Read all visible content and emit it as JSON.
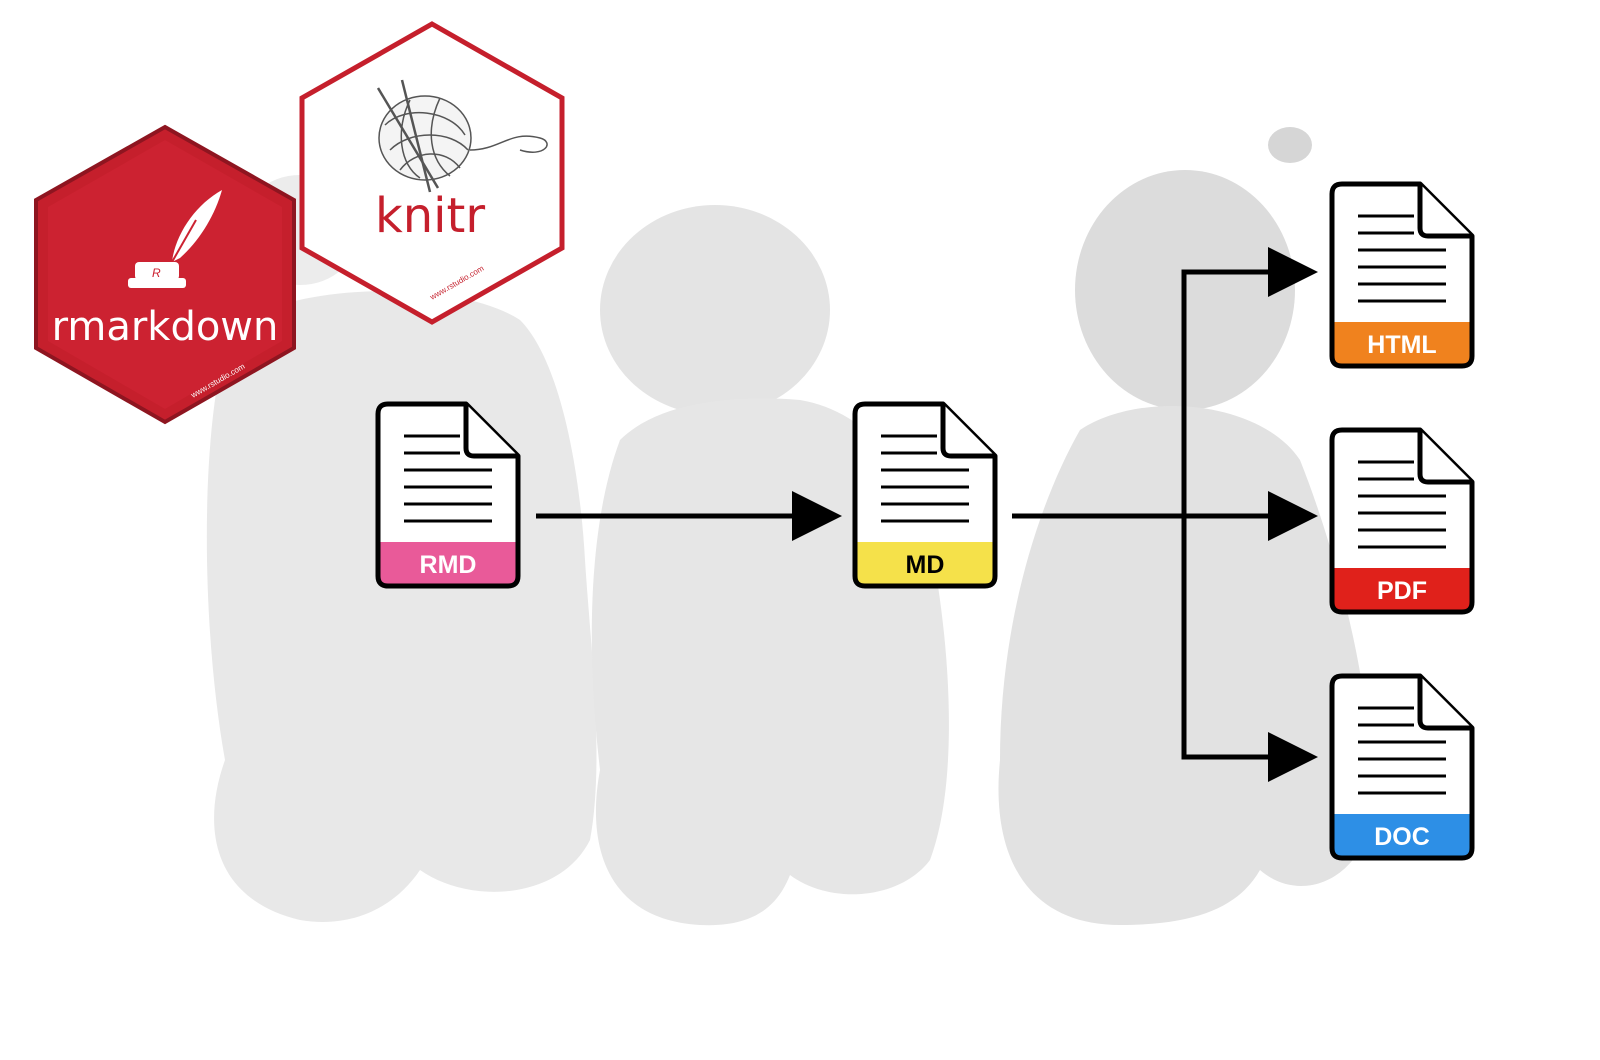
{
  "logos": {
    "rmarkdown": {
      "name": "rmarkdown",
      "url": "www.rstudio.com",
      "color": "#c51f2c"
    },
    "knitr": {
      "name": "knitr",
      "url": "www.rstudio.com",
      "color": "#c51f2c"
    }
  },
  "documents": [
    {
      "id": "rmd",
      "label": "RMD",
      "color": "#e95a99",
      "text_color": "#ffffff"
    },
    {
      "id": "md",
      "label": "MD",
      "color": "#f5e14a",
      "text_color": "#000000"
    },
    {
      "id": "html",
      "label": "HTML",
      "color": "#f0821e",
      "text_color": "#ffffff"
    },
    {
      "id": "pdf",
      "label": "PDF",
      "color": "#e0211b",
      "text_color": "#ffffff"
    },
    {
      "id": "doc",
      "label": "DOC",
      "color": "#2d8fe6",
      "text_color": "#ffffff"
    }
  ],
  "background": {
    "description_icon": "babies-photo"
  }
}
